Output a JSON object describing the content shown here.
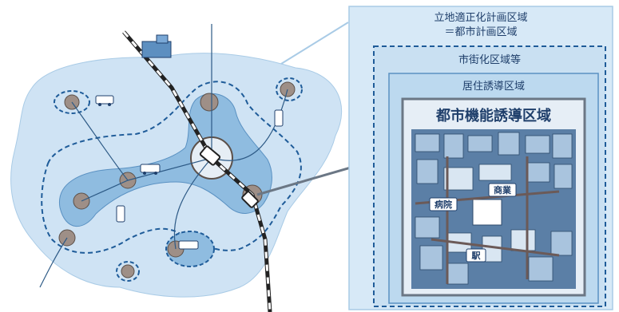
{
  "legend": {
    "planning_area_line1": "立地適正化計画区域",
    "planning_area_line2": "＝都市計画区域",
    "urbanization_area": "市街化区域等",
    "residential_area": "居住誘導区域",
    "urban_function_area": "都市機能誘導区域"
  },
  "inset": {
    "hospital": "病院",
    "commerce": "商業",
    "station": "駅"
  },
  "colors": {
    "city_fill": "#cfe3f4",
    "residential_fill": "#8fbce0",
    "dashed_line": "#1f5c99",
    "railway": "#222222",
    "panel_outer": "#d7e9f7",
    "panel_inner": "#bcd9ef"
  }
}
